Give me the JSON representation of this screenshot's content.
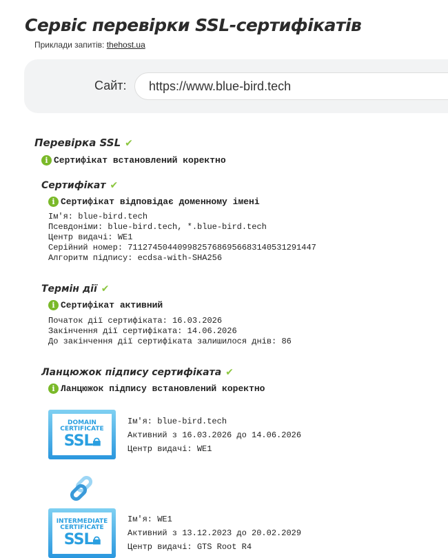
{
  "header": {
    "title": "Сервіс перевірки SSL-сертифікатів",
    "examples_label": "Приклади запитів:",
    "examples_link": "thehost.ua"
  },
  "search": {
    "label": "Сайт:",
    "value": "https://www.blue-bird.tech"
  },
  "ssl_check": {
    "heading": "Перевірка SSL",
    "status": "Сертифікат встановлений коректно"
  },
  "certificate": {
    "heading": "Сертифікат",
    "status": "Сертифікат відповідає доменному імені",
    "lines": [
      "Ім'я: blue-bird.tech",
      "Псевдоніми: blue-bird.tech, *.blue-bird.tech",
      "Центр видачі: WE1",
      "Серійний номер: 711274504409982576869566831405312914​47",
      "Алгоритм підпису: ecdsa-with-SHA256"
    ]
  },
  "validity": {
    "heading": "Термін дії",
    "status": "Сертифікат активний",
    "lines": [
      "Початок дії сертифіката: 16.03.2026",
      "Закінчення дії сертифіката: 14.06.2026",
      "До закінчення дії сертифіката залишилося днів: 86"
    ]
  },
  "chain": {
    "heading": "Ланцюжок підпису сертифіката",
    "status": "Ланцюжок підпису встановлений коректно",
    "items": [
      {
        "badge_top": "DOMAIN",
        "badge_mid": "CERTIFICATE",
        "badge_big": "SSL",
        "name": "Ім'я: blue-bird.tech",
        "active": "Активний з 16.03.2026 до 14.06.2026",
        "issuer": "Центр видачі: WE1"
      },
      {
        "badge_top": "INTERMEDIATE",
        "badge_mid": "CERTIFICATE",
        "badge_big": "SSL",
        "name": "Ім'я: WE1",
        "active": "Активний з 13.12.2023 до 20.02.2029",
        "issuer": "Центр видачі: GTS Root R4"
      }
    ]
  },
  "colors": {
    "check": "#8cc63f",
    "info": "#7ab929",
    "badge": "#2a97de"
  }
}
